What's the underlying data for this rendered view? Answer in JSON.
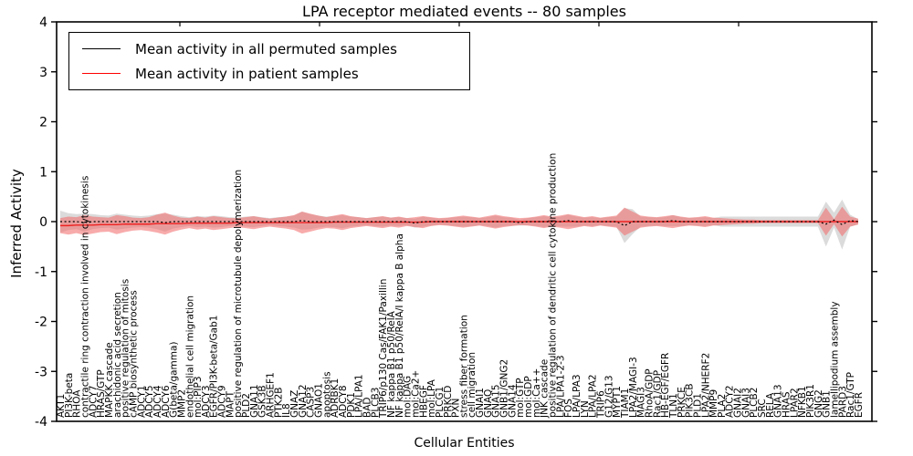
{
  "title": "LPA receptor mediated events -- 80 samples",
  "legend": [
    {
      "label": "Mean activity in all permuted samples",
      "color": "#000000"
    },
    {
      "label": "Mean activity in patient samples",
      "color": "#ff0000"
    }
  ],
  "axes": {
    "ylabel": "Inferred Activity",
    "xlabel": "Cellular Entities",
    "yticks": [
      4,
      3,
      2,
      1,
      0,
      -1,
      -2,
      -3,
      -4
    ],
    "ylim": [
      -4,
      4
    ],
    "grid": false,
    "x_tick_label_rotation": 90,
    "legend_position": "upper left"
  },
  "colors": {
    "permuted_line": "#000000",
    "patient_line": "#ee2222",
    "permuted_band": "#bdbdbd",
    "patient_band": "#f4a0a0",
    "frame": "#000000"
  },
  "chart_data": {
    "type": "line",
    "title": "LPA receptor mediated events -- 80 samples",
    "xlabel": "Cellular Entities",
    "ylabel": "Inferred Activity",
    "ylim": [
      -4,
      4
    ],
    "n_samples": 80,
    "categories": [
      "AKT1",
      "PI3K-beta",
      "RHOA",
      "contractile ring contraction involved in cytokinesis",
      "ADCY7",
      "HRAS/GTP",
      "MAPKK cascade",
      "arachidonic acid secretion",
      "positive regulation of mitosis",
      "cAMP biosynthetic process",
      "ADCY1",
      "ADCY5",
      "ADCY4",
      "ADCY6",
      "G(beta/gamma)",
      "MMP2",
      "endothelial cell migration",
      "mol:PIP3",
      "ADCY3",
      "EGFR/PI3K-beta/Gab1",
      "ADCY9",
      "MAPT",
      "positive regulation of microtubule depolymerization",
      "PLD2",
      "GNA11",
      "GSK3B",
      "ARHGEF1",
      "PTK2B",
      "IL8",
      "GNAZ",
      "GNA12",
      "CASP3",
      "GNAO1",
      "apoptosis",
      "ADRBK1",
      "ADCY8",
      "PDK1",
      "LPA/LPA1",
      "BAD",
      "PLCB3",
      "TRIP6/p130 Cas/FAK1/Paxillin",
      "NF kappa B1 p50/RelA",
      "NF kappa B1 p50/RelA/I kappa B alpha",
      "mol:DAG",
      "mol:Ca2+",
      "HBEGF",
      "mol:LPA",
      "PLCG1",
      "PRKCD",
      "PXN",
      "stress fiber formation",
      "cell migration",
      "GNAI1",
      "GNAQ",
      "GNA15",
      "GNB1/GNG2",
      "GNA14",
      "mol:GTP",
      "mol:GDP",
      "mol:Ca++",
      "JNK cascade",
      "positive regulation of dendritic cell cytokine production",
      "LPA/LPA1-2-3",
      "FOS",
      "LPA/LPA3",
      "LYN",
      "LPA/LPA2",
      "TRIP6",
      "G12/G13",
      "MYPT1",
      "TIAM1",
      "LPA2/MAGI-3",
      "MAGI3",
      "RhoA/GDP",
      "Rac1/GDP",
      "HB-EGF/EGFR",
      "TLN1",
      "PRKCE",
      "PIK3CB",
      "PLD1",
      "LPA2/NHERF2",
      "MMP9",
      "PLA2",
      "ADCY2",
      "GNAI2",
      "GNAI3",
      "PLCB2",
      "SRC",
      "RELA",
      "GNA13",
      "HRAS",
      "LPAR2",
      "NFKB1",
      "PIK3R1",
      "GNG2",
      "GNB1",
      "lamellipodium assembly",
      "PARD3",
      "Rac1/GTP",
      "EGFR"
    ],
    "series": [
      {
        "name": "Mean activity in all permuted samples",
        "color": "#000000",
        "style": "dashed",
        "values": [
          0,
          0,
          0,
          -0.02,
          0,
          0,
          0,
          0,
          0,
          0,
          0,
          0,
          0,
          -0.02,
          0,
          0,
          0,
          0,
          0,
          0,
          0,
          0,
          0,
          0,
          0,
          0,
          0,
          0,
          0,
          0,
          0.02,
          0,
          0,
          0,
          0,
          0,
          0,
          0,
          0,
          0,
          0,
          0,
          0,
          0,
          -0.03,
          0,
          0,
          0,
          0,
          0,
          0,
          0,
          0,
          0,
          0,
          0,
          0,
          -0.02,
          0,
          0,
          0,
          0,
          0,
          0.02,
          0,
          0,
          0,
          0,
          0,
          0,
          -0.08,
          0,
          0,
          0,
          0,
          0,
          0.02,
          0,
          0,
          0,
          0,
          0,
          0,
          0,
          0,
          0,
          0,
          0,
          0,
          0,
          0,
          0,
          0,
          0,
          0,
          -0.05,
          0.03,
          -0.06,
          0.02,
          0
        ],
        "band_half_width": [
          0.22,
          0.17,
          0.15,
          0.18,
          0.15,
          0.13,
          0.12,
          0.16,
          0.14,
          0.12,
          0.11,
          0.12,
          0.15,
          0.18,
          0.14,
          0.11,
          0.09,
          0.11,
          0.1,
          0.12,
          0.11,
          0.09,
          0.08,
          0.1,
          0.11,
          0.09,
          0.07,
          0.09,
          0.1,
          0.12,
          0.18,
          0.15,
          0.12,
          0.1,
          0.11,
          0.13,
          0.1,
          0.09,
          0.07,
          0.09,
          0.1,
          0.08,
          0.09,
          0.07,
          0.09,
          0.1,
          0.08,
          0.06,
          0.07,
          0.09,
          0.1,
          0.09,
          0.07,
          0.09,
          0.12,
          0.09,
          0.08,
          0.06,
          0.07,
          0.09,
          0.11,
          0.09,
          0.1,
          0.12,
          0.1,
          0.08,
          0.09,
          0.07,
          0.09,
          0.1,
          0.35,
          0.25,
          0.1,
          0.09,
          0.08,
          0.09,
          0.11,
          0.09,
          0.07,
          0.08,
          0.09,
          0.07,
          0.1,
          0.1,
          0.1,
          0.1,
          0.1,
          0.1,
          0.1,
          0.1,
          0.1,
          0.1,
          0.1,
          0.1,
          0.1,
          0.45,
          0.15,
          0.5,
          0.12,
          0.05
        ]
      },
      {
        "name": "Mean activity in patient samples",
        "color": "#ee2222",
        "style": "solid",
        "values": [
          -0.08,
          -0.08,
          -0.07,
          -0.07,
          -0.07,
          -0.06,
          -0.06,
          -0.06,
          -0.05,
          -0.05,
          -0.05,
          -0.05,
          -0.04,
          -0.04,
          -0.04,
          -0.04,
          -0.03,
          -0.03,
          -0.03,
          -0.03,
          -0.03,
          -0.03,
          -0.02,
          -0.02,
          -0.02,
          -0.02,
          -0.02,
          -0.02,
          -0.02,
          -0.02,
          -0.02,
          -0.02,
          -0.02,
          -0.02,
          -0.01,
          -0.01,
          -0.01,
          -0.01,
          -0.01,
          -0.01,
          -0.01,
          -0.01,
          -0.01,
          -0.01,
          -0.01,
          -0.01,
          0,
          0,
          0,
          0,
          0,
          0,
          0,
          0,
          0,
          0,
          0,
          0,
          0,
          0,
          0,
          0,
          0,
          0,
          0,
          0,
          0,
          0,
          0,
          0,
          0,
          0,
          0,
          0,
          0,
          0,
          0,
          0,
          0,
          0,
          0,
          0,
          0,
          0,
          0,
          0,
          0,
          0,
          0,
          0,
          0,
          0,
          0,
          0,
          0,
          0,
          0,
          0,
          0,
          0
        ],
        "band_half_width": [
          0.15,
          0.18,
          0.16,
          0.2,
          0.17,
          0.15,
          0.14,
          0.19,
          0.16,
          0.13,
          0.12,
          0.14,
          0.18,
          0.22,
          0.16,
          0.12,
          0.1,
          0.13,
          0.11,
          0.14,
          0.12,
          0.1,
          0.09,
          0.11,
          0.13,
          0.1,
          0.08,
          0.1,
          0.12,
          0.15,
          0.22,
          0.18,
          0.14,
          0.11,
          0.13,
          0.16,
          0.12,
          0.1,
          0.08,
          0.1,
          0.12,
          0.09,
          0.11,
          0.08,
          0.1,
          0.12,
          0.09,
          0.07,
          0.08,
          0.1,
          0.12,
          0.1,
          0.08,
          0.11,
          0.14,
          0.11,
          0.09,
          0.07,
          0.08,
          0.1,
          0.13,
          0.1,
          0.12,
          0.15,
          0.12,
          0.09,
          0.11,
          0.08,
          0.1,
          0.12,
          0.28,
          0.2,
          0.12,
          0.1,
          0.09,
          0.11,
          0.13,
          0.1,
          0.08,
          0.09,
          0.11,
          0.08,
          0.07,
          0.06,
          0.05,
          0.04,
          0.04,
          0.03,
          0.03,
          0.03,
          0.03,
          0.03,
          0.03,
          0.03,
          0.03,
          0.28,
          0.05,
          0.3,
          0.1,
          0.06
        ]
      }
    ]
  }
}
